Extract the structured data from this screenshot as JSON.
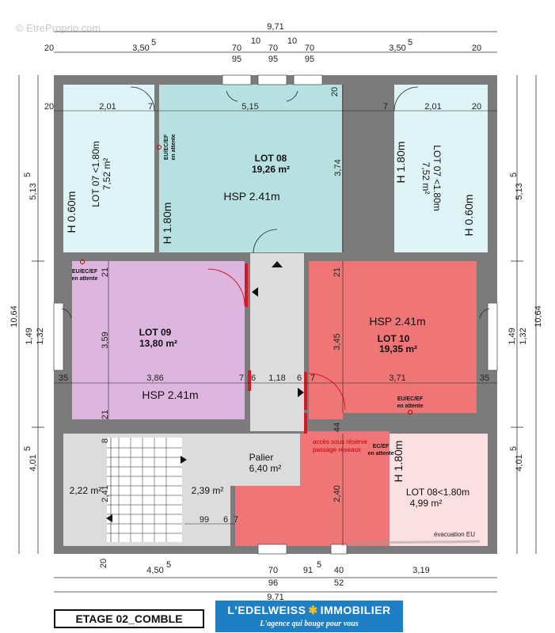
{
  "watermark": "© EtreProprio.com",
  "dimensions": {
    "top_total": "9,71",
    "top_row": [
      "20",
      "3,50",
      "5",
      "70",
      "95",
      "10",
      "70",
      "95",
      "10",
      "70",
      "95",
      "3,50",
      "5",
      "20"
    ],
    "inner_top": [
      "20",
      "2,01",
      "7",
      "5,15",
      "20",
      "7",
      "2,01",
      "20"
    ],
    "left_total": "10,64",
    "left_top": "5,13",
    "left_top_sup": "5",
    "left_mid_a": "1,49",
    "left_mid_b": "1,32",
    "left_bottom": "4,01",
    "left_bottom_sup": "5",
    "right_total": "10,64",
    "right_top": "5,13",
    "right_top_sup": "5",
    "right_mid_a": "1,49",
    "right_mid_b": "1,32",
    "right_bottom": "4,01",
    "right_bottom_sup": "5",
    "bottom_total": "9,71",
    "bottom_row": [
      "20",
      "4,50",
      "5",
      "70",
      "91",
      "5",
      "40",
      "3,19"
    ],
    "bottom_row2": [
      "96",
      "52"
    ],
    "internal": {
      "d374": "3,74",
      "d21a": "21",
      "d21b": "21",
      "d21c": "21",
      "d359": "3,59",
      "d345": "3,45",
      "d35a": "35",
      "d35b": "35",
      "d386": "3,86",
      "d7a": "7",
      "d6a": "6",
      "d118": "1,18",
      "d6b": "6",
      "d7b": "7",
      "d371": "3,71",
      "d44": "44",
      "d8": "8",
      "d241": "2,41",
      "d240": "2,40",
      "d99": "99",
      "d6c": "6",
      "d7c": "7",
      "d20": "20"
    }
  },
  "rooms": {
    "lot08": {
      "title": "LOT 08",
      "area": "19,26 m²",
      "hsp": "HSP 2.41m",
      "h_label": "H 1.80m"
    },
    "lot07_left": {
      "line1": "LOT 07 <1.80m",
      "line2": "7,52 m²",
      "h_label": "H 0.60m"
    },
    "lot07_right": {
      "line1": "LOT 07 <1.80m",
      "line2": "7,52 m²",
      "h_label": "H 0.60m",
      "h2_label": "H 1.80m"
    },
    "lot09": {
      "title": "LOT 09",
      "area": "13,80 m²",
      "hsp": "HSP 2.41m"
    },
    "lot10": {
      "title": "LOT 10",
      "area": "19,35 m²",
      "hsp": "HSP 2.41m"
    },
    "palier": {
      "line1": "Palier",
      "line2": "6,40 m²"
    },
    "stair_left": {
      "area": "2,22 m²"
    },
    "stair_right": {
      "area": "2,39 m²"
    },
    "lot08_small": {
      "line1": "LOT 08<1.80m",
      "line2": "4,99 m²",
      "h_label": "H 1.80m"
    }
  },
  "annotations": {
    "eu_top_1": "EU/EC/EF",
    "eu_top_2": "en attente",
    "eu_lot09_1": "EU/EC/EF",
    "eu_lot09_2": "en attente",
    "eu_lot10_1": "EU/EC/EF",
    "eu_lot10_2": "en attente",
    "ec_lot08_1": "EC/EF",
    "ec_lot08_2": "en attente",
    "acces_1": "accès sous réserve",
    "acces_2": "passage réseaux",
    "evacuation": "évacuation EU"
  },
  "footer": {
    "label": "ETAGE 02_COMBLE",
    "brand_left": "L'EDELWEISS",
    "brand_star": "✱",
    "brand_right": "IMMOBILIER",
    "slogan": "L'agence qui bouge pour vous"
  },
  "colors": {
    "wall": "#7b7b7b",
    "lot08": "#b7e1e0",
    "lot07": "#dff4f6",
    "lot09": "#dcb6df",
    "lot10": "#ef7576",
    "hall": "#dcdcdc",
    "lot08_small": "#fcdfe1",
    "brand_blue": "#1f7fc4",
    "brand_gold": "#f4c21b",
    "door_red": "#e1151d"
  }
}
